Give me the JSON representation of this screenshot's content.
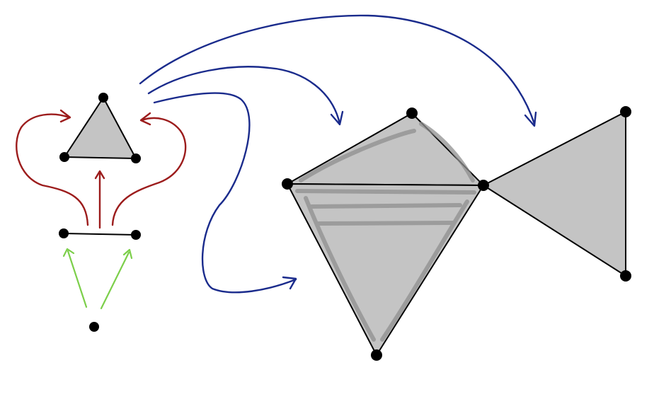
{
  "colors": {
    "background": "#ffffff",
    "vertex": "#000000",
    "edge": "#000000",
    "face_fill": "#c4c4c4",
    "face_shading": "#8f8f8f",
    "arrow_blue": "#1a2b8c",
    "arrow_red": "#9c1c1c",
    "arrow_green": "#7ccf4a"
  },
  "diagram": {
    "description_visible_text": "",
    "elements": [
      "point-simplex",
      "edge-simplex",
      "triangle-simplex",
      "glued-complex-two-triangles-top",
      "glued-complex-large-triangle",
      "glued-complex-right-triangle",
      "face-map-arrows",
      "degeneracy-arrows",
      "inclusion-arrows"
    ]
  }
}
